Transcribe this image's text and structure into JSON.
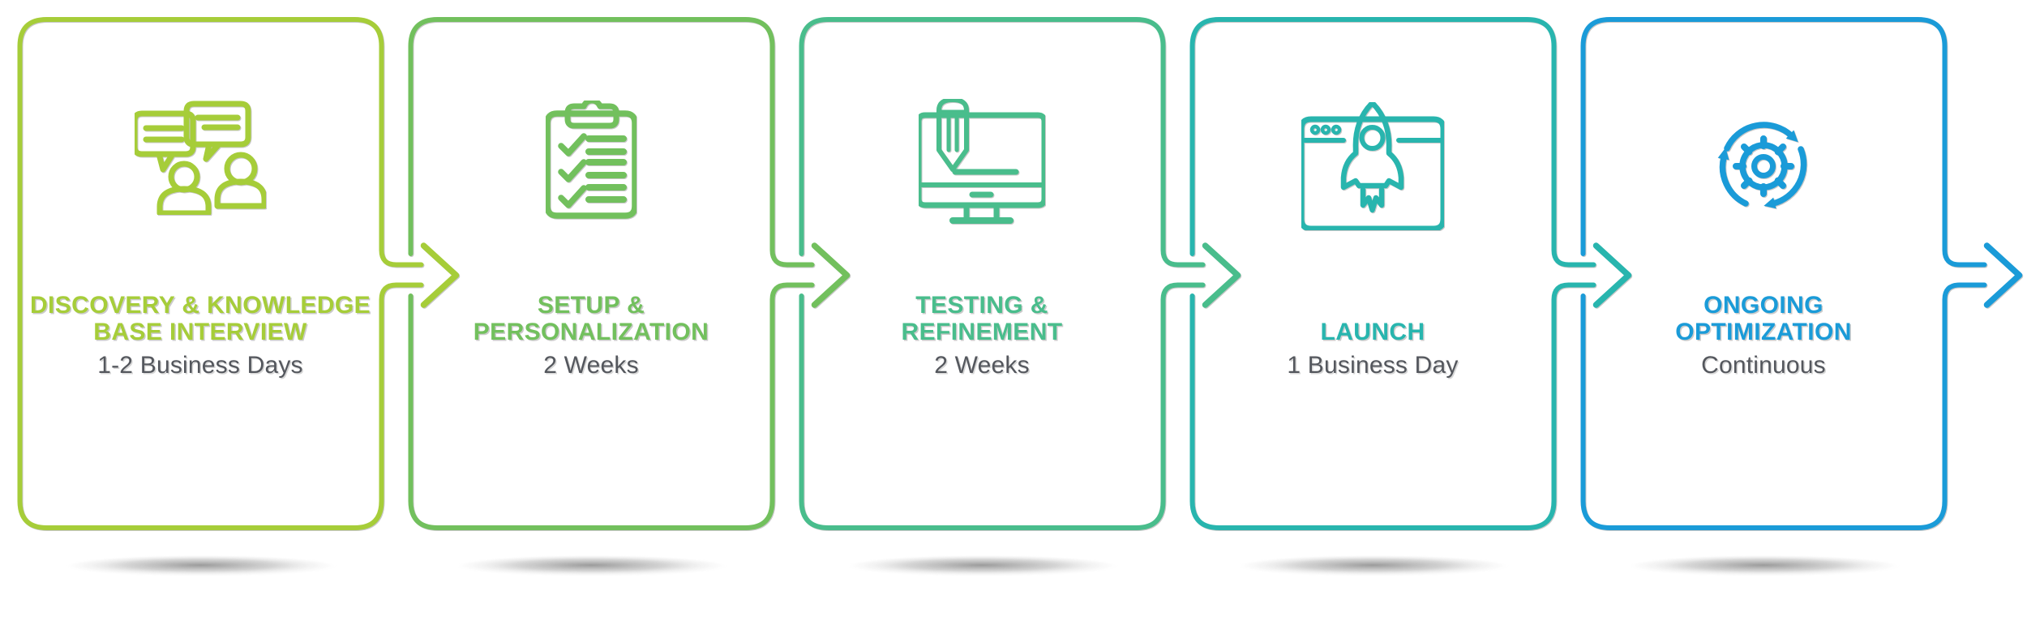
{
  "steps": [
    {
      "title_lines": [
        "DISCOVERY & KNOWLEDGE",
        "BASE INTERVIEW"
      ],
      "duration": "1-2 Business Days",
      "color": "#a6cd39",
      "icon": "interview-chat-icon"
    },
    {
      "title_lines": [
        "SETUP &",
        "PERSONALIZATION"
      ],
      "duration": "2 Weeks",
      "color": "#72c05d",
      "icon": "clipboard-checklist-icon"
    },
    {
      "title_lines": [
        "TESTING &",
        "REFINEMENT"
      ],
      "duration": "2 Weeks",
      "color": "#49bd8c",
      "icon": "monitor-pencil-icon"
    },
    {
      "title_lines": [
        "LAUNCH"
      ],
      "duration": "1 Business Day",
      "color": "#28b5ae",
      "icon": "browser-rocket-icon"
    },
    {
      "title_lines": [
        "ONGOING",
        "OPTIMIZATION"
      ],
      "duration": "Continuous",
      "color": "#1a9bd8",
      "icon": "gear-sync-icon"
    }
  ],
  "subtitle_color": "#54575d",
  "background_color": "#ffffff",
  "shadow_color": "#8a8a8a"
}
